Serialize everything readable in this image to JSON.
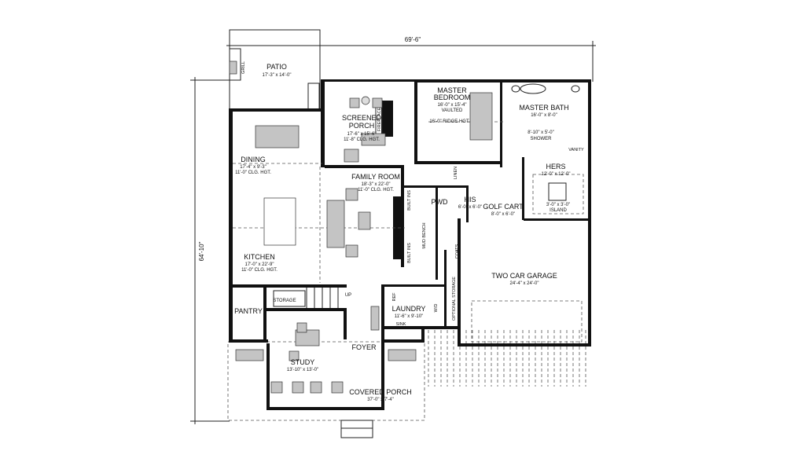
{
  "dimensions": {
    "width": "69'-6\"",
    "depth": "64'-10\""
  },
  "rooms": {
    "patio": {
      "name": "PATIO",
      "size": "17'-3\" x 14'-0\"",
      "grill": "GRILL"
    },
    "screened_porch": {
      "name1": "SCREENED",
      "name2": "PORCH",
      "size": "17'-6\" x 15'-6\"",
      "ceiling": "11'-8\" CLG. HGT.",
      "fireplace": "FIREPLACE"
    },
    "master_bedroom": {
      "name1": "MASTER",
      "name2": "BEDROOM",
      "size": "16'-0\" x 15'-4\"",
      "note": "VAULTED",
      "ridge": "16'-0\" RIDGE HGT."
    },
    "master_bath": {
      "name": "MASTER BATH",
      "size": "16'-0\" x 8'-0\""
    },
    "shower": {
      "size": "8'-10\" x 5'-0\"",
      "name": "SHOWER"
    },
    "vanity": {
      "name": "VANITY"
    },
    "hers": {
      "name": "HERS",
      "size": "12'-0\" x 12'-0\"",
      "island_size": "3'-0\" x 3'-0\"",
      "island": "ISLAND"
    },
    "dining": {
      "name": "DINING",
      "size": "17'-4\" x 9'-3\"",
      "ceiling": "11'-0\" CLG. HGT."
    },
    "family_room": {
      "name": "FAMILY ROOM",
      "size": "18'-3\" x 22'-0\"",
      "ceiling": "11'-0\" CLG. HGT.",
      "fireplace": "FIREPLACE",
      "built_ins": "BUILT INS"
    },
    "linen": {
      "name": "LINEN"
    },
    "powder": {
      "name": "PWD"
    },
    "his": {
      "name": "HIS",
      "size": "6'-0\" x 6'-0\""
    },
    "golf_cart": {
      "name": "GOLF CART",
      "size": "8'-0\" x 6'-0\""
    },
    "kitchen": {
      "name": "KITCHEN",
      "size": "17'-0\" x 22'-9\"",
      "ceiling": "11'-0\" CLG. HGT."
    },
    "mud_bench": {
      "name": "MUD BENCH"
    },
    "coats": {
      "name": "COATS"
    },
    "garage": {
      "name": "TWO CAR GARAGE",
      "size": "24'-4\" x 24'-0\""
    },
    "optional_storage": {
      "name": "OPTIONAL STORAGE"
    },
    "storage": {
      "name": "STORAGE",
      "stairs": "UP"
    },
    "pantry": {
      "name": "PANTRY"
    },
    "laundry": {
      "name": "LAUNDRY",
      "size": "11'-6\" x 9'-10\"",
      "ref": "REF",
      "wd": "W/D",
      "sink": "SINK"
    },
    "foyer": {
      "name": "FOYER"
    },
    "study": {
      "name": "STUDY",
      "size": "13'-10\" x 13'-0\""
    },
    "covered_porch": {
      "name": "COVERED PORCH",
      "size": "37'-0\" x 7'-4\""
    }
  }
}
